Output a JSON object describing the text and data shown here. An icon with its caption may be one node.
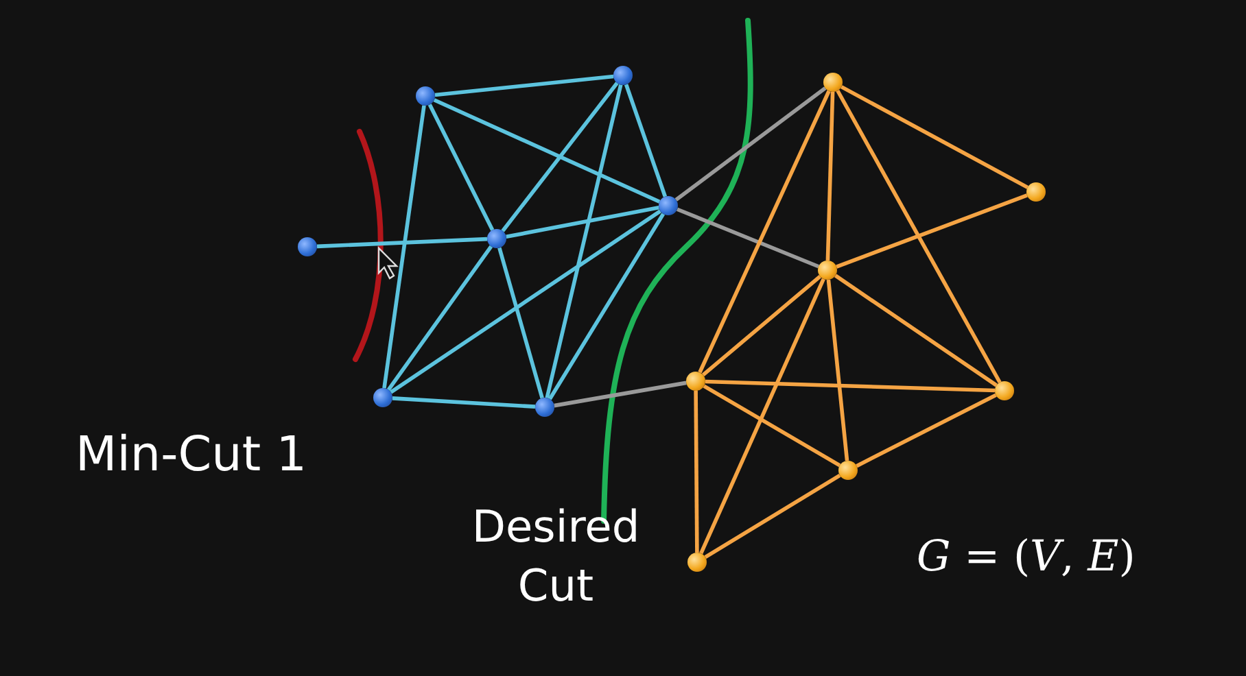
{
  "diagram": {
    "nodes": [
      {
        "text": [],
        "shape": "circle"
      },
      {
        "text": [],
        "shape": "circle"
      },
      {
        "text": [],
        "shape": "circle"
      },
      {
        "text": [],
        "shape": "circle"
      },
      {
        "text": [],
        "shape": "circle"
      },
      {
        "text": [],
        "shape": "circle"
      },
      {
        "text": [],
        "shape": "circle"
      },
      {
        "text": [],
        "shape": "circle"
      },
      {
        "text": [],
        "shape": "circle"
      },
      {
        "text": [],
        "shape": "circle"
      },
      {
        "text": [],
        "shape": "circle"
      },
      {
        "text": [],
        "shape": "circle"
      },
      {
        "text": [],
        "shape": "circle"
      },
      {
        "text": [],
        "shape": "circle"
      }
    ],
    "edges": [
      {
        "from": 0,
        "to": 3,
        "arrow": "none"
      },
      {
        "from": 1,
        "to": 2,
        "arrow": "none"
      },
      {
        "from": 1,
        "to": 5,
        "arrow": "none"
      },
      {
        "from": 1,
        "to": 3,
        "arrow": "none"
      },
      {
        "from": 1,
        "to": 4,
        "arrow": "none"
      },
      {
        "from": 2,
        "to": 4,
        "arrow": "none"
      },
      {
        "from": 2,
        "to": 3,
        "arrow": "none"
      },
      {
        "from": 2,
        "to": 6,
        "arrow": "none"
      },
      {
        "from": 3,
        "to": 4,
        "arrow": "none"
      },
      {
        "from": 3,
        "to": 5,
        "arrow": "none"
      },
      {
        "from": 3,
        "to": 6,
        "arrow": "none"
      },
      {
        "from": 4,
        "to": 5,
        "arrow": "none"
      },
      {
        "from": 4,
        "to": 6,
        "arrow": "none"
      },
      {
        "from": 5,
        "to": 6,
        "arrow": "none"
      },
      {
        "from": 4,
        "to": 7,
        "arrow": "none",
        "color": "#9a9a9a"
      },
      {
        "from": 4,
        "to": 9,
        "arrow": "none",
        "color": "#9a9a9a"
      },
      {
        "from": 6,
        "to": 10,
        "arrow": "none",
        "color": "#9a9a9a"
      },
      {
        "from": 7,
        "to": 8,
        "arrow": "none",
        "color": "#f5a444"
      },
      {
        "from": 7,
        "to": 9,
        "arrow": "none",
        "color": "#f5a444"
      },
      {
        "from": 7,
        "to": 10,
        "arrow": "none",
        "color": "#f5a444"
      },
      {
        "from": 7,
        "to": 11,
        "arrow": "none",
        "color": "#f5a444"
      },
      {
        "from": 8,
        "to": 9,
        "arrow": "none",
        "color": "#f5a444"
      },
      {
        "from": 9,
        "to": 10,
        "arrow": "none",
        "color": "#f5a444"
      },
      {
        "from": 9,
        "to": 11,
        "arrow": "none",
        "color": "#f5a444"
      },
      {
        "from": 9,
        "to": 12,
        "arrow": "none",
        "color": "#f5a444"
      },
      {
        "from": 9,
        "to": 13,
        "arrow": "none",
        "color": "#f5a444"
      },
      {
        "from": 10,
        "to": 11,
        "arrow": "none",
        "color": "#f5a444"
      },
      {
        "from": 10,
        "to": 12,
        "arrow": "none",
        "color": "#f5a444"
      },
      {
        "from": 10,
        "to": 13,
        "arrow": "none",
        "color": "#f5a444"
      },
      {
        "from": 11,
        "to": 12,
        "arrow": "none",
        "color": "#f5a444"
      },
      {
        "from": 12,
        "to": 13,
        "arrow": "none",
        "color": "#f5a444"
      }
    ],
    "labels": [
      "Min-Cut 1",
      "Desired Cut",
      "*G* = (*V*, *E*)"
    ]
  }
}
